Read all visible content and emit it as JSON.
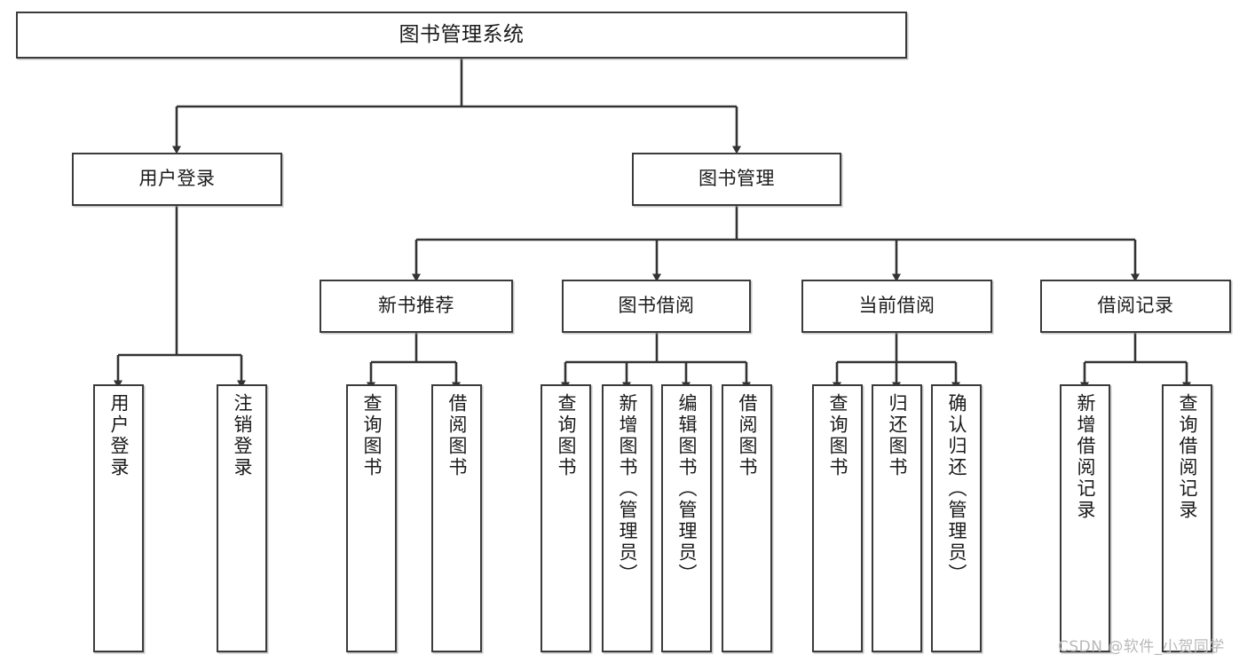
{
  "diagram": {
    "type": "tree",
    "title": "图书管理系统",
    "root": {
      "label": "图书管理系统"
    },
    "level1": [
      {
        "label": "用户登录"
      },
      {
        "label": "图书管理"
      }
    ],
    "level2": [
      {
        "label": "新书推荐"
      },
      {
        "label": "图书借阅"
      },
      {
        "label": "当前借阅"
      },
      {
        "label": "借阅记录"
      }
    ],
    "leaves": {
      "user_login": [
        {
          "label": "用户登录"
        },
        {
          "label": "注销登录"
        }
      ],
      "new_book_recommend": [
        {
          "label": "查询图书"
        },
        {
          "label": "借阅图书"
        }
      ],
      "book_borrow": [
        {
          "label": "查询图书"
        },
        {
          "label": "新增图书（管理员）"
        },
        {
          "label": "编辑图书（管理员）"
        },
        {
          "label": "借阅图书"
        }
      ],
      "current_borrow": [
        {
          "label": "查询图书"
        },
        {
          "label": "归还图书"
        },
        {
          "label": "确认归还（管理员）"
        }
      ],
      "borrow_record": [
        {
          "label": "新增借阅记录"
        },
        {
          "label": "查询借阅记录"
        }
      ]
    },
    "colors": {
      "border": "#3b3b3b",
      "text": "#1a1a1a",
      "background": "#ffffff",
      "connector": "#333333",
      "watermark": "#b9b9b9"
    }
  },
  "watermark": {
    "text": "CSDN @软件_小贺同学"
  }
}
